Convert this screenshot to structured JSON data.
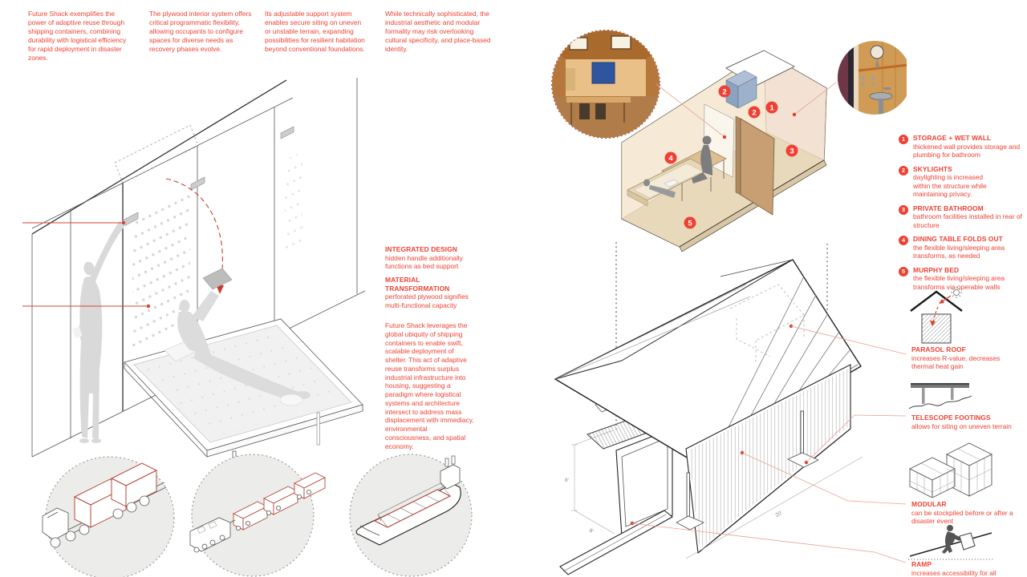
{
  "board": {
    "intro_columns": [
      {
        "text": "Future Shack exemplifies the power of adaptive reuse through shipping containers, combining durability with logistical efficiency for rapid deployment in disaster zones."
      },
      {
        "text": "The plywood interior system offers critical programmatic flexibility, allowing occupants to configure spaces for diverse needs as recovery phases evolve."
      },
      {
        "text": "Its adjustable support system enables secure siting on uneven or unstable terrain, expanding possibilities for resilient habitation beyond conventional foundations."
      },
      {
        "text": "While technically sophisticated, the industrial aesthetic and modular formality may risk overlooking cultural specificity, and place-based identity."
      }
    ],
    "left_callouts": {
      "integrated": {
        "title": "INTEGRATED DESIGN",
        "body": "hidden handle additionally functions as bed support"
      },
      "material": {
        "title": "MATERIAL TRANSFORMATION",
        "body": "perforated plywood signifies multi-functional capacity"
      },
      "essay": "Future Shack leverages the global ubiquity of shipping containers to enable swift, scalable deployment of shelter. This act of adaptive reuse transforms surplus industrial infrastructure into housing, suggesting a paradigm where logistical systems and architecture intersect to address mass displacement with immediacy, environmental consciousness, and spatial economy."
    },
    "numbered_features": [
      {
        "num": "1",
        "title": "STORAGE + WET WALL",
        "body": "thickened wall provides storage and plumbing for bathroom"
      },
      {
        "num": "2",
        "title": "SKYLIGHTS",
        "body": "daylighting is increased within the structure while maintaining privacy."
      },
      {
        "num": "3",
        "title": "PRIVATE BATHROOM",
        "body": "bathroom facilities installed in rear of structure"
      },
      {
        "num": "4",
        "title": "DINING TABLE FOLDS OUT",
        "body": "the flexible living/sleeping area transforms, as needed"
      },
      {
        "num": "5",
        "title": "MURPHY BED",
        "body": "the flexible living/sleeping area transforms via operable walls"
      }
    ],
    "axon_badges": [
      "2",
      "1",
      "2",
      "3",
      "4",
      "5"
    ],
    "side_features": [
      {
        "title": "PARASOL ROOF",
        "body": "increases R-value, decreases thermal heat gain"
      },
      {
        "title": "TELESCOPE FOOTINGS",
        "body": "allows for siting on uneven terrain"
      },
      {
        "title": "MODULAR",
        "body": "can be stockpiled before or after a disaster event"
      },
      {
        "title": "RAMP",
        "body": "increases accessibility for all"
      }
    ],
    "dimensions": {
      "height": "8'",
      "depth": "8'",
      "length": "20'"
    },
    "colors": {
      "accent_red": "#ee4133",
      "leader_red": "#e8a295",
      "plywood": "#cf9b55"
    }
  }
}
